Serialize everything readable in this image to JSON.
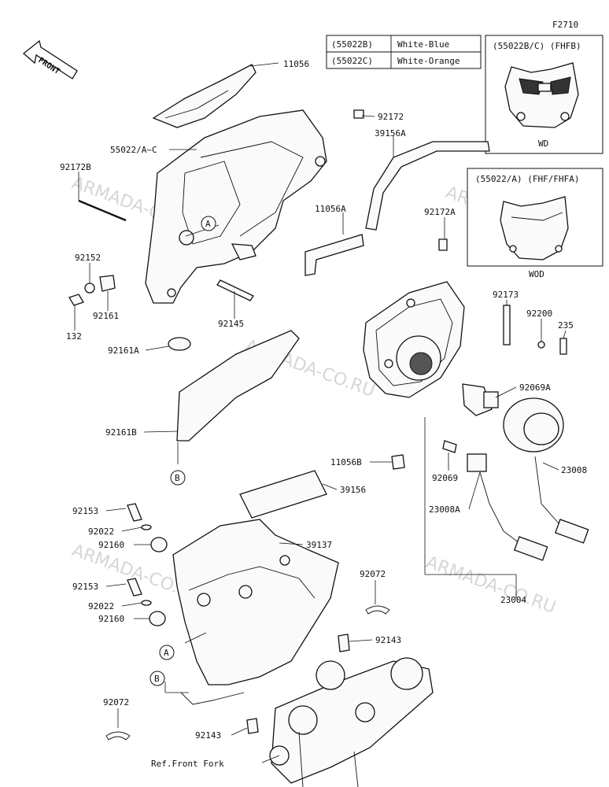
{
  "page_code": "F2710",
  "front_label": "FRONT",
  "color_table": [
    {
      "code": "(55022B)",
      "color": "White-Blue"
    },
    {
      "code": "(55022C)",
      "color": "White-Orange"
    }
  ],
  "inset_top": {
    "title": "(55022B/C) (FHFB)",
    "caption": "WD"
  },
  "inset_bottom": {
    "title": "(55022/A) (FHF/FHFA)",
    "caption": "WOD"
  },
  "parts": {
    "p11056": "11056",
    "p92172": "92172",
    "p39156A": "39156A",
    "p55022": "55022/A~C",
    "p92172B": "92172B",
    "p11056A": "11056A",
    "p92172A": "92172A",
    "p92152": "92152",
    "p92161": "92161",
    "p132": "132",
    "p92145": "92145",
    "p92173": "92173",
    "p92200": "92200",
    "p235": "235",
    "p92161A": "92161A",
    "p92069A": "92069A",
    "p92161B": "92161B",
    "p11056B": "11056B",
    "p92069": "92069",
    "p23008": "23008",
    "p39156": "39156",
    "p23008A": "23008A",
    "p92153a": "92153",
    "p92022a": "92022",
    "p92160a": "92160",
    "p39137": "39137",
    "p92072a": "92072",
    "p23004": "23004",
    "p92153b": "92153",
    "p92022b": "92022",
    "p92160b": "92160",
    "p92143a": "92143",
    "p92072b": "92072",
    "p92143b": "92143",
    "ref_front_fork": "Ref.Front Fork"
  },
  "callouts": {
    "a1": "A",
    "a2": "A",
    "b1": "B",
    "b2": "B"
  },
  "watermark": "ARMADA-CO.RU"
}
